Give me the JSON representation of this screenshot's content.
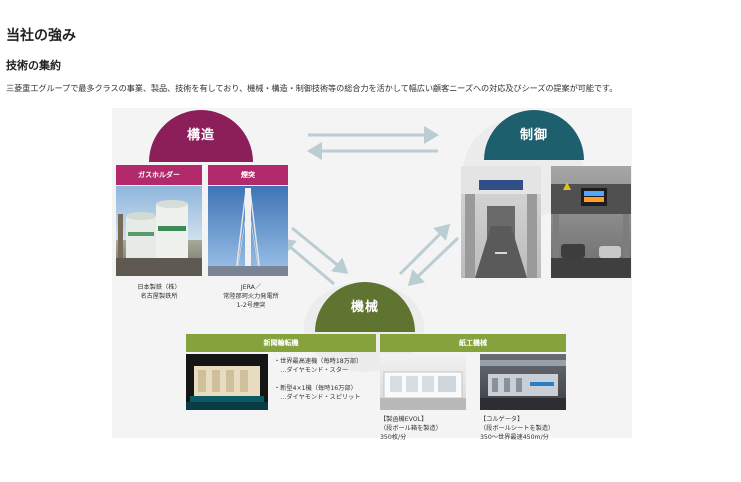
{
  "page": {
    "title": "当社の強み",
    "subtitle": "技術の集約",
    "lead": "三菱重工グループで最多クラスの事業、製品、技術を有しており、機械・構造・制御技術等の総合力を活かして幅広い顧客ニーズへの対応及びシーズの提案が可能です。"
  },
  "diagram": {
    "structure": {
      "label": "構造",
      "items": [
        {
          "tag": "ガスホルダー",
          "caption": [
            "日本製鉄（株）",
            "名古屋製鉄所"
          ]
        },
        {
          "tag": "煙突",
          "caption": [
            "JERA／",
            "常陸那珂火力発電所",
            "1-2号煙突"
          ]
        }
      ]
    },
    "control": {
      "label": "制御"
    },
    "machine": {
      "label": "機械",
      "items": [
        {
          "tag": "新聞輪転機",
          "caption": [
            "・世界最高速機（毎時18万部）",
            "　…ダイヤモンド・スター",
            "",
            "・新型4×1機（毎時16万部）",
            "　…ダイヤモンド・スピリット"
          ]
        },
        {
          "tag": "紙工機械",
          "caption_a": [
            "【製函機EVOL】",
            "（段ボール箱を製造）",
            "350枚/分"
          ],
          "caption_b": [
            "【コルゲータ】",
            "（段ボールシートを製造）",
            "350～世界最速450m/分"
          ]
        }
      ]
    },
    "colors": {
      "structure": "#8c1e5a",
      "control": "#1e5f6e",
      "machine": "#5e7430",
      "structure_tag": "#b22a6b",
      "machine_tag": "#85a23c",
      "arrow": "#b9cdd2"
    }
  }
}
